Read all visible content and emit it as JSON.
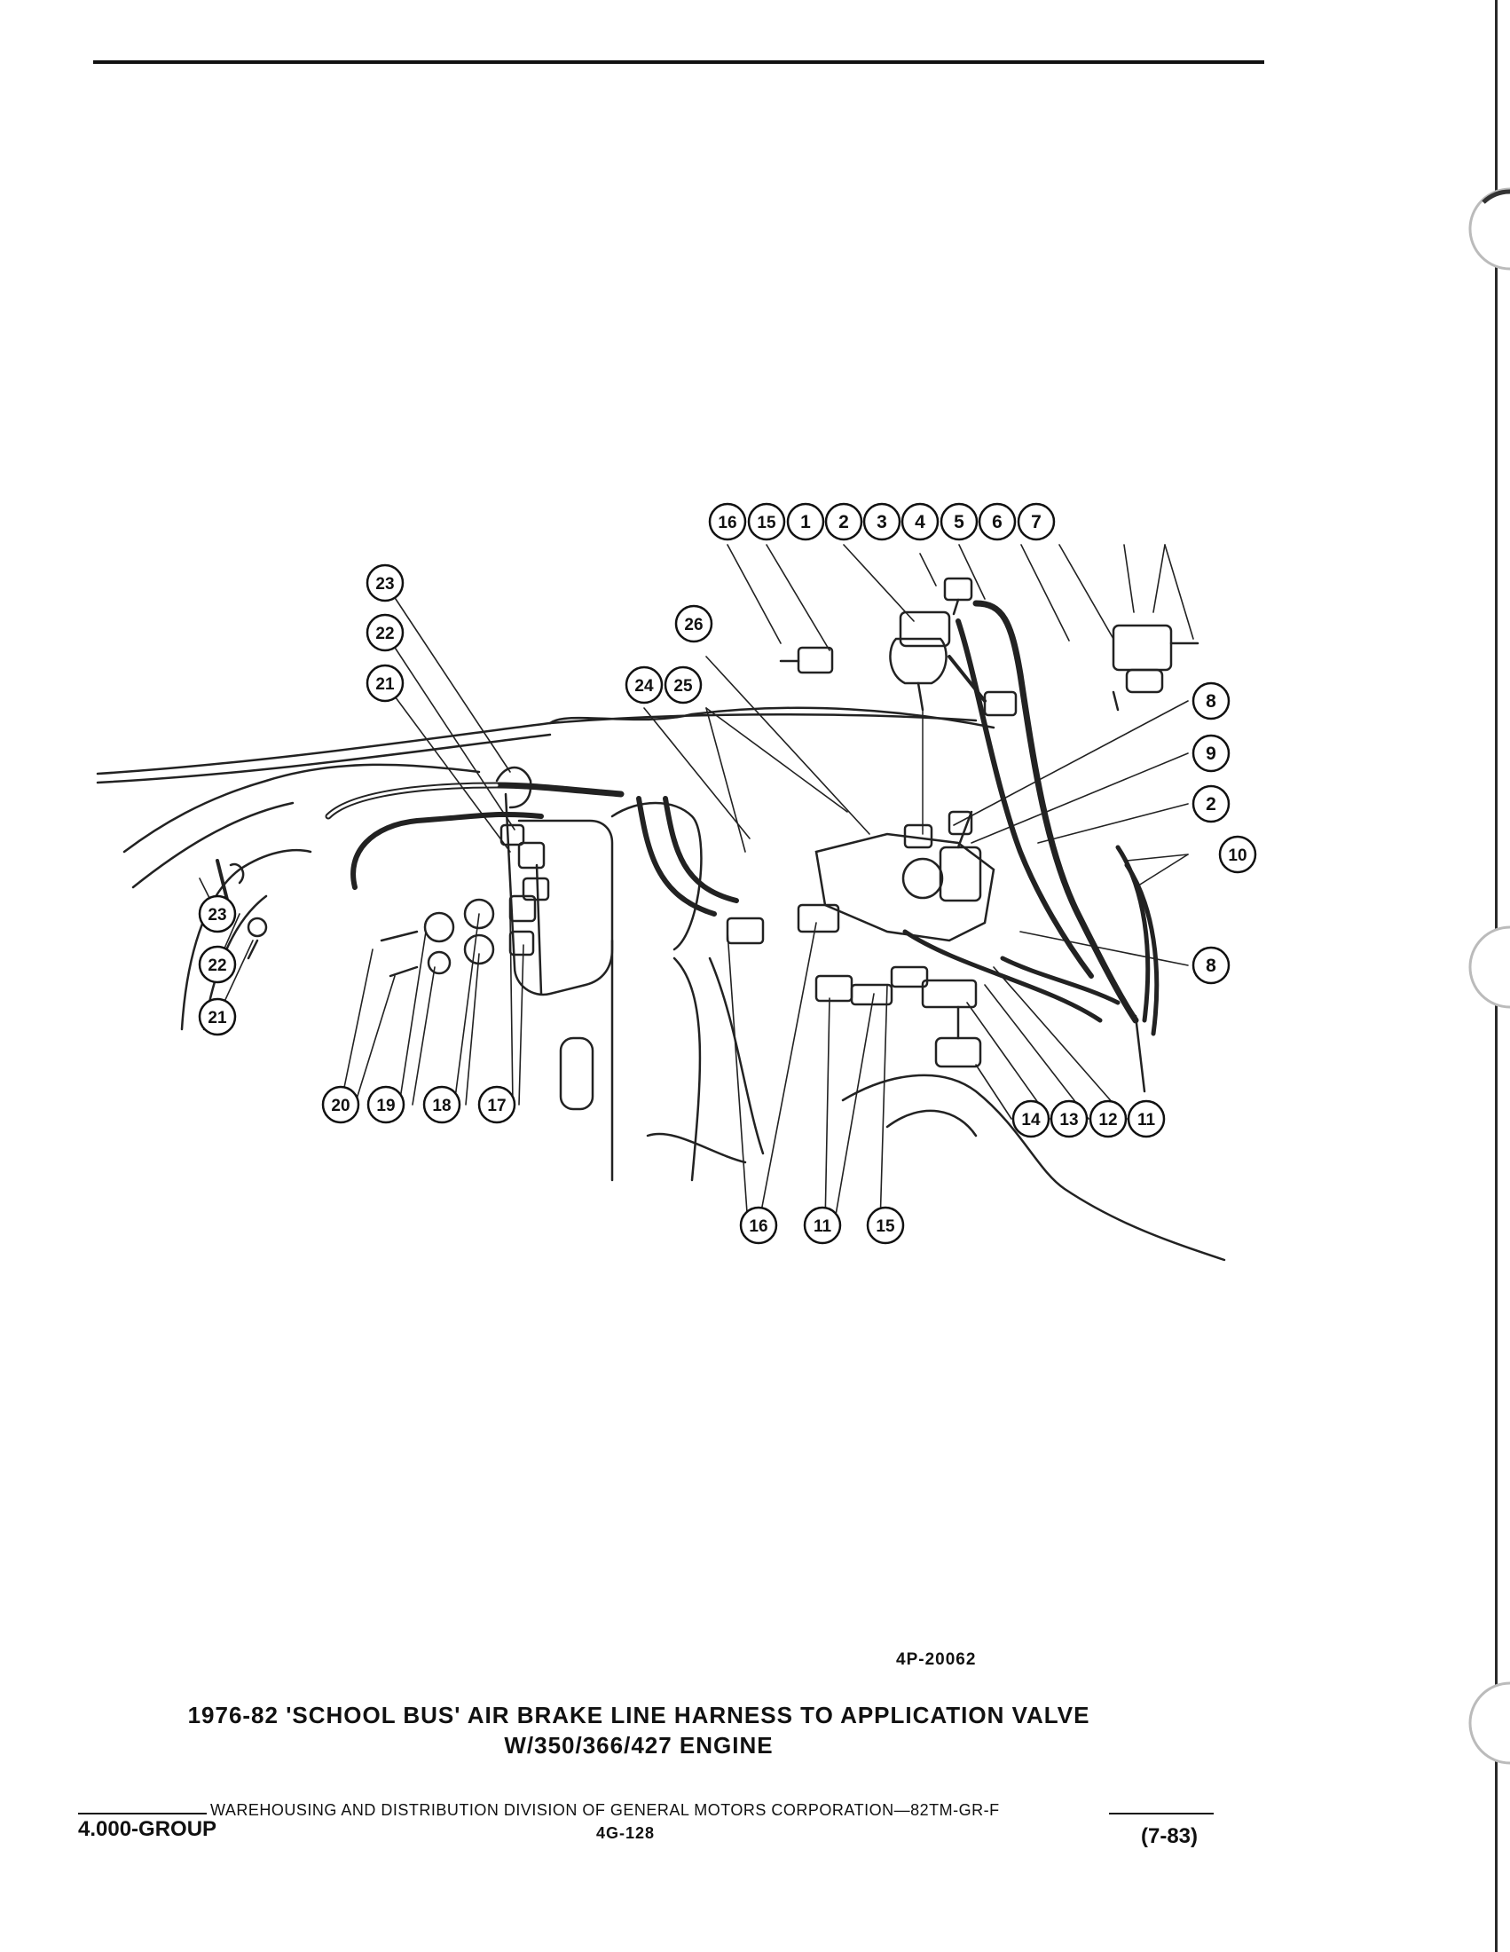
{
  "diagram": {
    "callout_numbers": [
      "1",
      "2",
      "3",
      "4",
      "5",
      "6",
      "7",
      "8",
      "9",
      "10",
      "11",
      "12",
      "13",
      "14",
      "15",
      "16",
      "17",
      "18",
      "19",
      "20",
      "21",
      "22",
      "23",
      "24",
      "25",
      "26"
    ],
    "top_row": [
      "16",
      "15",
      "1",
      "2",
      "3",
      "4",
      "5",
      "6",
      "7"
    ],
    "left_stack_upper": [
      "23",
      "22",
      "21"
    ],
    "left_stack_lower": [
      "23",
      "22",
      "21"
    ],
    "mid_pair": [
      "24",
      "25"
    ],
    "upper_single": "26",
    "right_column": [
      "8",
      "9",
      "2",
      "10",
      "8"
    ],
    "bottom_left_row": [
      "20",
      "19",
      "18",
      "17"
    ],
    "bottom_right_row": [
      "14",
      "13",
      "12",
      "11"
    ],
    "bottom_center_row": [
      "16",
      "11",
      "15"
    ]
  },
  "figure_ref": "4P-20062",
  "caption": {
    "line1": "1976-82 'SCHOOL BUS' AIR BRAKE LINE HARNESS TO APPLICATION VALVE",
    "line2": "W/350/366/427 ENGINE"
  },
  "footer": {
    "publisher": "WAREHOUSING AND DISTRIBUTION  DIVISION OF GENERAL MOTORS CORPORATION—82TM-GR-F",
    "group": "4.000-GROUP",
    "page": "4G-128",
    "date": "(7-83)"
  }
}
